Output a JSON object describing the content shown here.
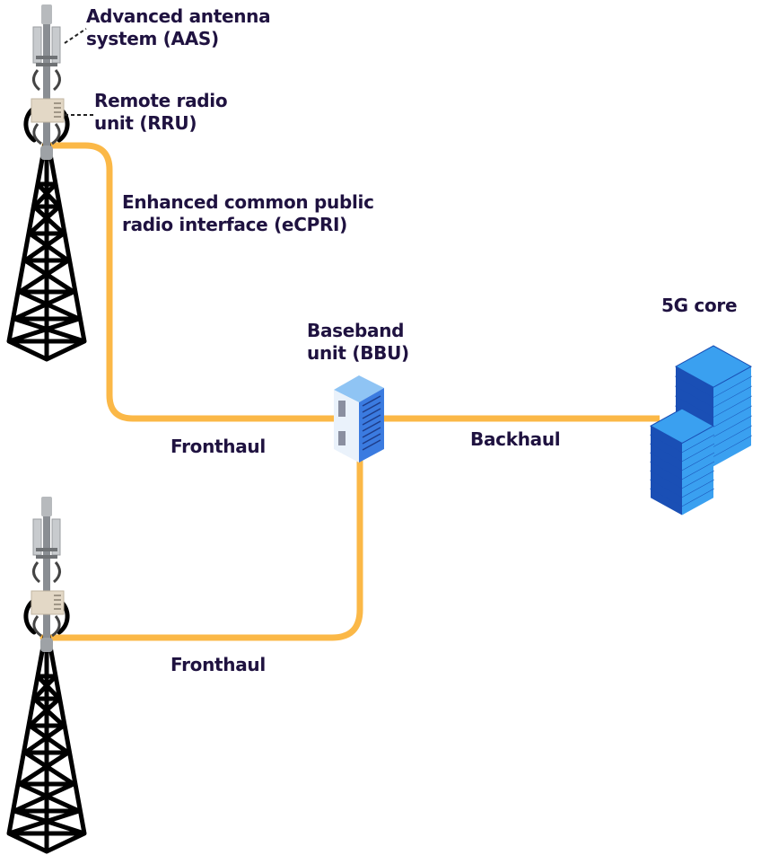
{
  "labels": {
    "aas": [
      "Advanced antenna",
      "system (AAS)"
    ],
    "rru": [
      "Remote radio",
      "unit (RRU)"
    ],
    "ecpri": [
      "Enhanced common public",
      "radio interface (eCPRI)"
    ],
    "bbu": [
      "Baseband",
      "unit (BBU)"
    ],
    "core": "5G core",
    "fronthaul_top": "Fronthaul",
    "backhaul": "Backhaul",
    "fronthaul_bottom": "Fronthaul"
  },
  "colors": {
    "cable": "#fbb847",
    "text": "#1f1240",
    "tower": "#000000",
    "server_blue": "#3aa0f0",
    "server_dark": "#1a4fb5"
  },
  "nodes": [
    {
      "id": "tower-1",
      "type": "cell-tower"
    },
    {
      "id": "tower-2",
      "type": "cell-tower"
    },
    {
      "id": "bbu",
      "type": "server-rack"
    },
    {
      "id": "core",
      "type": "server-stack"
    }
  ],
  "links": [
    {
      "from": "tower-1",
      "to": "bbu",
      "label": "Fronthaul"
    },
    {
      "from": "tower-2",
      "to": "bbu",
      "label": "Fronthaul"
    },
    {
      "from": "bbu",
      "to": "core",
      "label": "Backhaul"
    }
  ]
}
